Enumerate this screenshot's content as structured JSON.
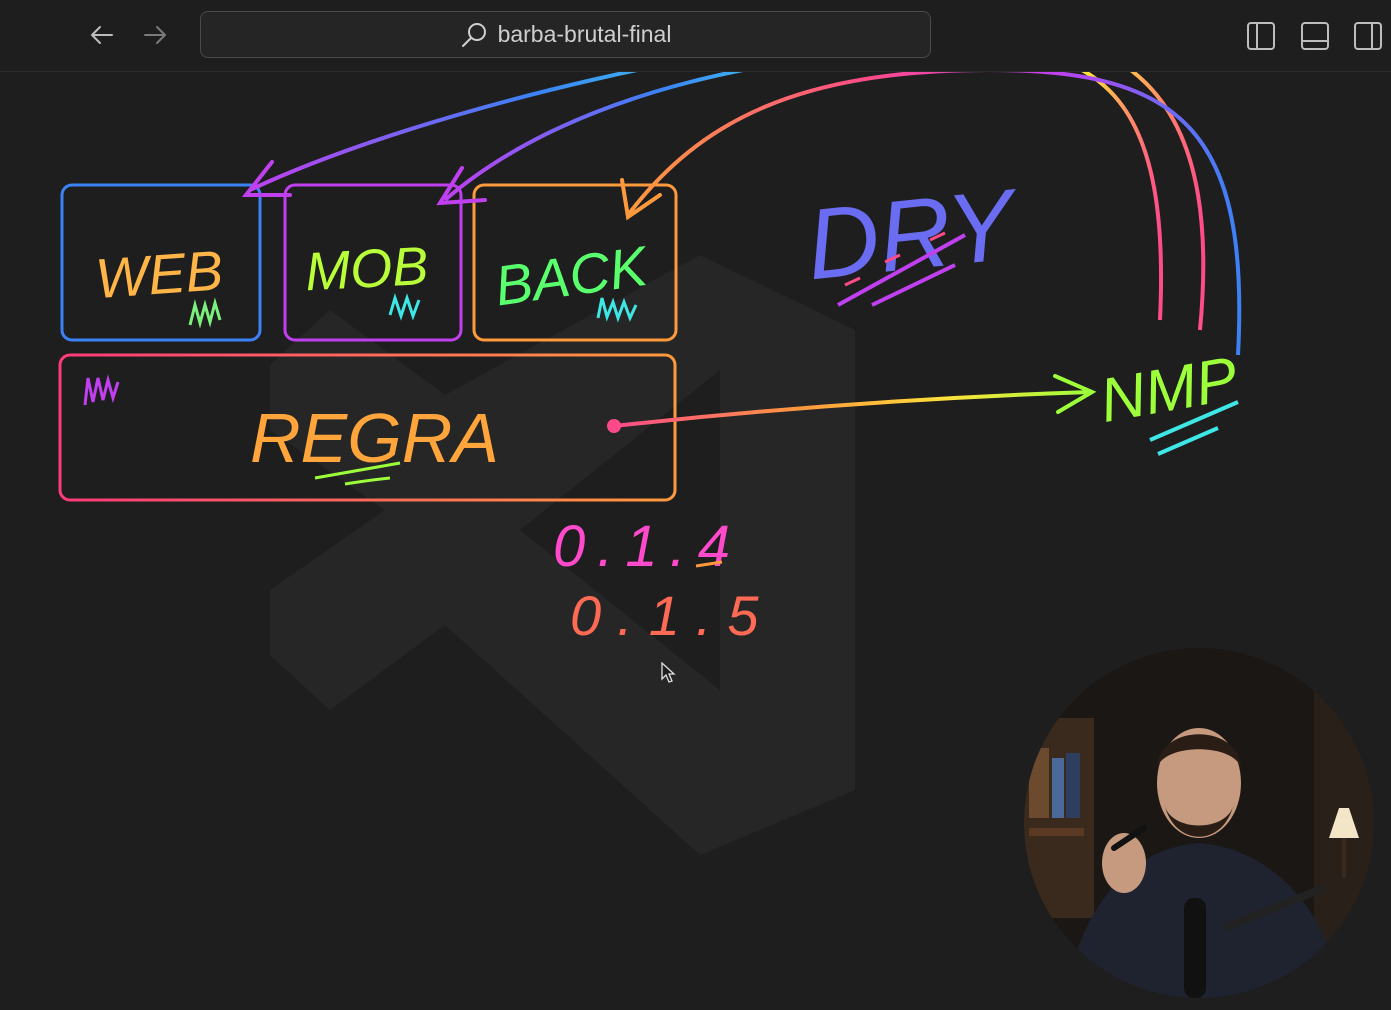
{
  "header": {
    "search_text": "barba-brutal-final"
  },
  "icons": {
    "back": "arrow-left-icon",
    "forward": "arrow-right-icon",
    "search": "search-icon",
    "toggle_sidebar": "sidebar-left-icon",
    "toggle_panel": "panel-bottom-icon",
    "toggle_secondary_sidebar": "sidebar-right-icon",
    "background_logo": "vscode-logo-watermark"
  },
  "drawing": {
    "boxes": {
      "web": "WEB",
      "mob": "MOB",
      "back": "BACK",
      "regra": "REGRA"
    },
    "dry_label": "DRY",
    "npm_label": "NMP",
    "version_old": "0.1.4",
    "version_new": "0.1.5"
  },
  "colors": {
    "background": "#1e1e1e",
    "blue": "#3b82f6",
    "purple": "#c040f0",
    "orange": "#ff9a3c",
    "pink": "#ff4a8a",
    "green": "#9cff3a",
    "cyan": "#3ee6e6"
  }
}
